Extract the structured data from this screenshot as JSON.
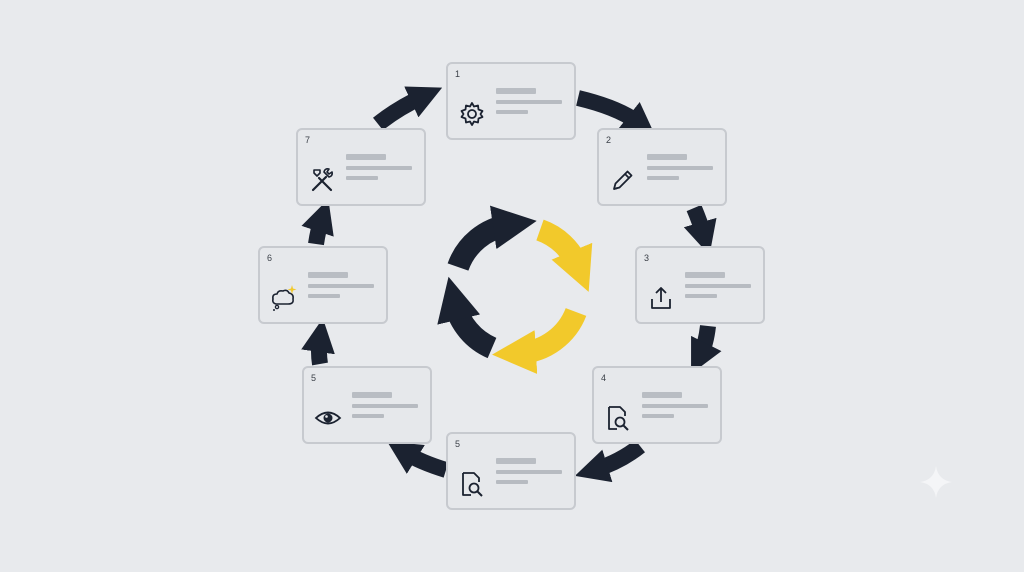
{
  "steps": [
    {
      "number": "1",
      "icon": "gear-icon"
    },
    {
      "number": "2",
      "icon": "pencil-icon"
    },
    {
      "number": "3",
      "icon": "upload-icon"
    },
    {
      "number": "4",
      "icon": "document-search-icon"
    },
    {
      "number": "5",
      "icon": "document-search-icon"
    },
    {
      "number": "5",
      "icon": "eye-icon"
    },
    {
      "number": "6",
      "icon": "thought-cloud-sparkle-icon"
    },
    {
      "number": "7",
      "icon": "tools-icon"
    }
  ],
  "colors": {
    "background": "#e8eaed",
    "arrow_dark": "#1b2230",
    "arrow_yellow": "#f2c92b",
    "card_border": "#c7cacf",
    "placeholder_bar": "#b7bbc1"
  },
  "icons": {
    "center": "cycle-arrows-icon",
    "corner": "sparkle-icon"
  }
}
